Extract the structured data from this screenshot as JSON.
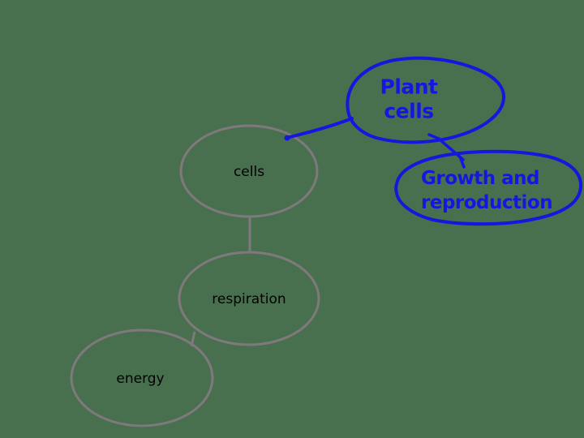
{
  "canvas": {
    "background_color": "#48704F"
  },
  "colors": {
    "node_outline_gray": "#7F797C",
    "ink_blue": "#1616DE",
    "label_black": "#000000"
  },
  "nodes": [
    {
      "id": "plant-cells",
      "label": "Plant\ncells",
      "shape": "hand-drawn-oval",
      "color": "blue"
    },
    {
      "id": "growth-reproduction",
      "label": "Growth and\nreproduction",
      "shape": "hand-drawn-oval",
      "color": "blue"
    },
    {
      "id": "cells",
      "label": "cells",
      "shape": "oval",
      "color": "gray"
    },
    {
      "id": "respiration",
      "label": "respiration",
      "shape": "oval",
      "color": "gray"
    },
    {
      "id": "energy",
      "label": "energy",
      "shape": "oval",
      "color": "gray"
    }
  ],
  "links": [
    {
      "from": "plant-cells",
      "to": "cells",
      "style": "blue-line"
    },
    {
      "from": "plant-cells",
      "to": "growth-reproduction",
      "style": "blue-arrow"
    },
    {
      "from": "cells",
      "to": "respiration",
      "style": "gray-line"
    },
    {
      "from": "respiration",
      "to": "energy",
      "style": "gray-line"
    }
  ]
}
